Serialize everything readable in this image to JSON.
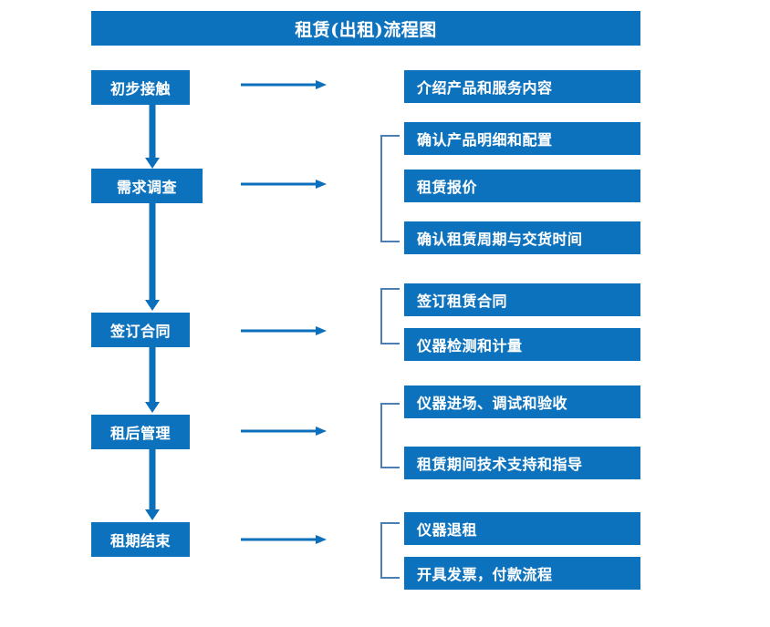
{
  "header": {
    "title": "租赁(出租)流程图"
  },
  "colors": {
    "box_fill": "#0d72bd",
    "box_text": "#ffffff",
    "arrow": "#0b6fbb",
    "bracket": "#4a7fb5",
    "background": "#ffffff"
  },
  "diagram": {
    "type": "flowchart",
    "orientation": "vertical-stages-with-detail-branches",
    "stages": [
      {
        "label": "初步接触",
        "arrow_icon": "right-arrow-icon",
        "details": [
          "介绍产品和服务内容"
        ],
        "has_bracket": false,
        "next_arrow_icon": "down-arrow-icon"
      },
      {
        "label": "需求调查",
        "arrow_icon": "right-arrow-icon",
        "details": [
          "确认产品明细和配置",
          "租赁报价",
          "确认租赁周期与交货时间"
        ],
        "has_bracket": true,
        "next_arrow_icon": "down-arrow-icon"
      },
      {
        "label": "签订合同",
        "arrow_icon": "right-arrow-icon",
        "details": [
          "签订租赁合同",
          "仪器检测和计量"
        ],
        "has_bracket": true,
        "next_arrow_icon": "down-arrow-icon"
      },
      {
        "label": "租后管理",
        "arrow_icon": "right-arrow-icon",
        "details": [
          "仪器进场、调试和验收",
          "租赁期间技术支持和指导"
        ],
        "has_bracket": true,
        "next_arrow_icon": "down-arrow-icon"
      },
      {
        "label": "租期结束",
        "arrow_icon": "right-arrow-icon",
        "details": [
          "仪器退租",
          "开具发票，付款流程"
        ],
        "has_bracket": true,
        "next_arrow_icon": null
      }
    ],
    "detail_boxes_flat": [
      "介绍产品和服务内容",
      "确认产品明细和配置",
      "租赁报价",
      "确认租赁周期与交货时间",
      "签订租赁合同",
      "仪器检测和计量",
      "仪器进场、调试和验收",
      "租赁期间技术支持和指导",
      "仪器退租",
      "开具发票，付款流程"
    ]
  }
}
